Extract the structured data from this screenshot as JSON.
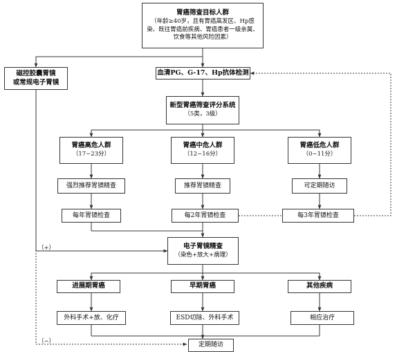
{
  "target": {
    "title": "胃癌筛查目标人群",
    "desc": "（年龄≥40岁，且有胃癌高发区、Hp感染、既往胃癌前疾病、胃癌患者一级亲属、饮食等其他风险因素）"
  },
  "capsule": {
    "line1": "磁控胶囊胃镜",
    "line2": "或常规电子胃镜"
  },
  "serum": {
    "label": "血清PG、G-17、Hp抗体检测"
  },
  "scoring": {
    "title": "新型胃癌筛查评分系统",
    "sub": "（5类，3级）"
  },
  "risk": [
    {
      "title": "胃癌高危人群",
      "range": "（17~23分）",
      "recommend": "强烈推荐胃镜精查",
      "followup": "每年胃镜检查"
    },
    {
      "title": "胃癌中危人群",
      "range": "（12~16分）",
      "recommend": "推荐胃镜精查",
      "followup": "每2年胃镜检查"
    },
    {
      "title": "胃癌低危人群",
      "range": "（0~11分）",
      "recommend": "可定期随访",
      "followup": "每3年胃镜检查"
    }
  ],
  "exam": {
    "title": "电子胃镜精查",
    "sub": "（染色+放大+病理）"
  },
  "outcomes": [
    {
      "title": "进展期胃癌",
      "treatment": "外科手术+放、化疗"
    },
    {
      "title": "早期胃癌",
      "treatment": "ESD切除、外科手术"
    },
    {
      "title": "其他疾病",
      "treatment": "相应治疗"
    }
  ],
  "final": {
    "label": "定期随访"
  },
  "markers": {
    "positive": "（+）",
    "negative": "（−）"
  }
}
